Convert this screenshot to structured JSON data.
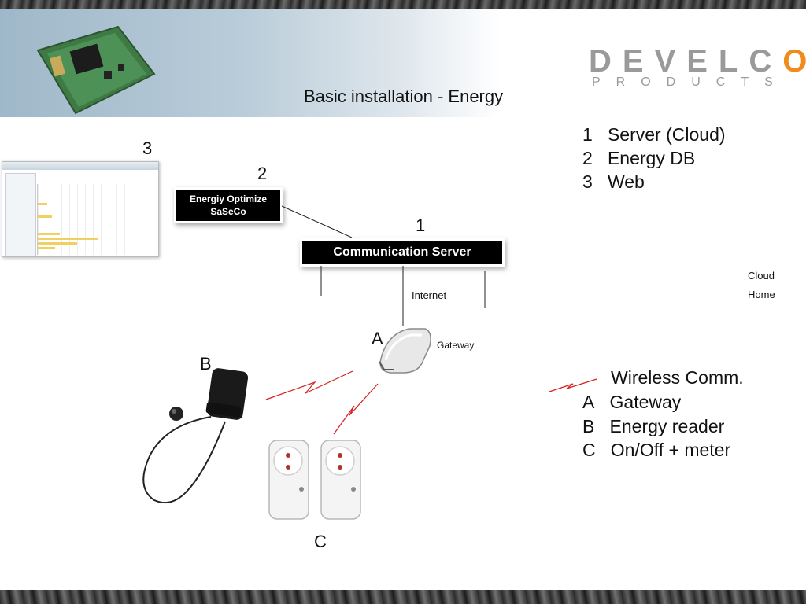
{
  "slide": {
    "title": "Basic installation - Energy"
  },
  "logo": {
    "main_prefix": "DEVELC",
    "main_o": "O",
    "sub": "PRODUCTS"
  },
  "diagram": {
    "optimize_box": {
      "line1": "Energiy Optimize",
      "line2": "SaSeCo"
    },
    "comm_server_box": "Communication Server",
    "markers": {
      "n1": "1",
      "n2": "2",
      "n3": "3",
      "a": "A",
      "b": "B",
      "c": "C"
    },
    "labels": {
      "internet": "Internet",
      "gateway": "Gateway",
      "cloud": "Cloud",
      "home": "Home"
    }
  },
  "legend_numbers": [
    {
      "key": "1",
      "text": "Server (Cloud)"
    },
    {
      "key": "2",
      "text": "Energy DB"
    },
    {
      "key": "3",
      "text": "Web"
    }
  ],
  "legend_letters": {
    "wireless": "Wireless Comm.",
    "items": [
      {
        "key": "A",
        "text": "Gateway"
      },
      {
        "key": "B",
        "text": "Energy reader"
      },
      {
        "key": "C",
        "text": "On/Off + meter"
      }
    ]
  },
  "colors": {
    "wireless_line": "#d42020",
    "logo_accent": "#f08c1e"
  }
}
